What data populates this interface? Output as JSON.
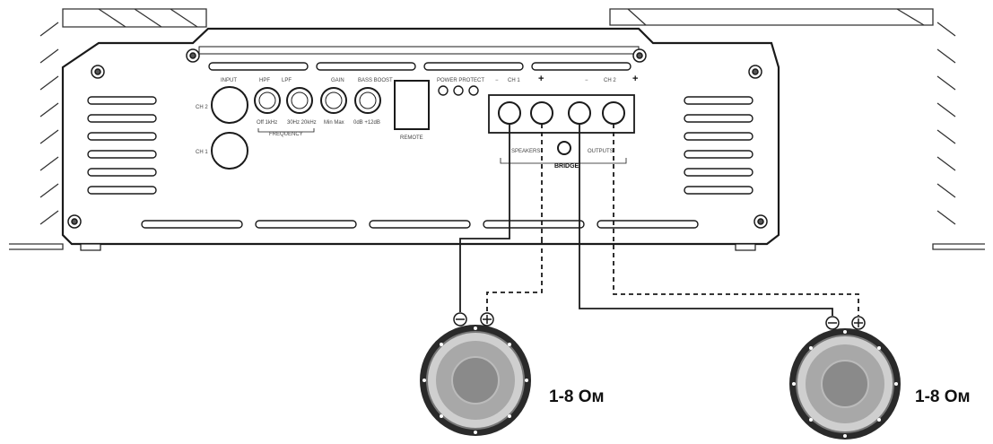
{
  "amplifier": {
    "top_labels": {
      "input": "INPUT",
      "hpf": "HPF",
      "lpf": "LPF",
      "gain": "GAIN",
      "bass_boost": "BASS BOOST",
      "power_protect": "POWER  PROTECT",
      "ch1": "CH 1",
      "ch2": "CH 2",
      "minus": "−",
      "plus": "+"
    },
    "side_labels": {
      "ch2": "CH 2",
      "ch1": "CH 1"
    },
    "scale_labels": {
      "hpf": "Off 1kHz",
      "lpf": "30Hz 20kHz",
      "gain": "Min Max",
      "bass": "0dB +12dB"
    },
    "frequency_label": "FREQUENCY",
    "remote_label": "REMOTE",
    "speakers_label": "SPEAKERS",
    "bridge_label": "BRIDGE",
    "outputs_label": "OUTPUTS"
  },
  "speakers": [
    {
      "impedance": "1-8 Ом",
      "terminal_neg": "−",
      "terminal_pos": "+"
    },
    {
      "impedance": "1-8 Ом",
      "terminal_neg": "−",
      "terminal_pos": "+"
    }
  ],
  "colors": {
    "line": "#1a1a1a",
    "cone_outer": "#a8a8a8",
    "cone_inner": "#8a8a8a",
    "surround": "#2a2a2a"
  }
}
